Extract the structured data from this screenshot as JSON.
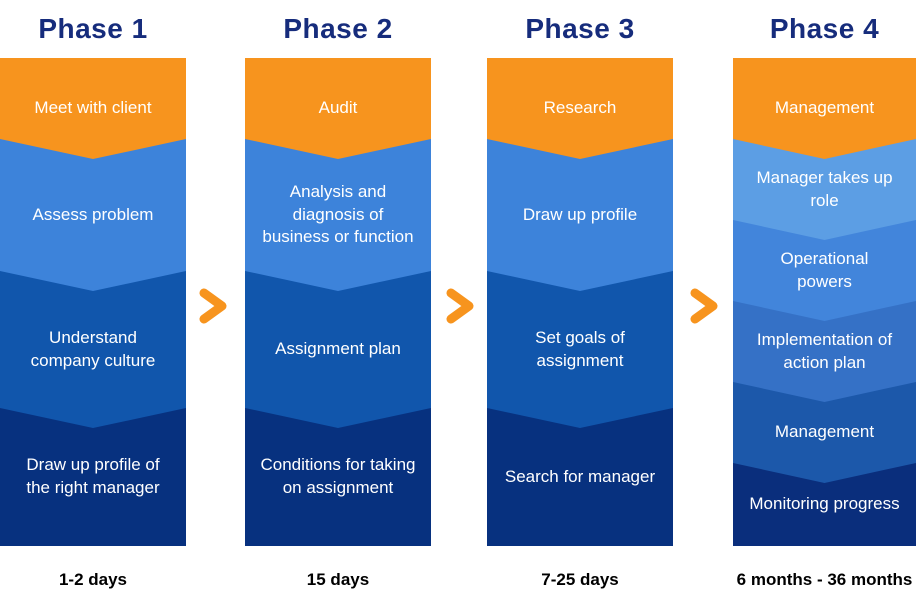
{
  "colors": {
    "background": "#FFFFFF",
    "phase_title": "#162C7C",
    "duration_text": "#000000",
    "arrow": "#F7941E"
  },
  "arrow": {
    "color": "#F7941E"
  },
  "phases": [
    {
      "title": "Phase 1",
      "duration": "1-2 days",
      "steps": [
        {
          "label": "Meet with client",
          "color": "#F7941E"
        },
        {
          "label": "Assess problem",
          "color": "#3D83DA"
        },
        {
          "label": "Understand\ncompany culture",
          "color": "#1156AC"
        },
        {
          "label": "Draw up profile of\nthe right manager",
          "color": "#07317F"
        }
      ]
    },
    {
      "title": "Phase 2",
      "duration": "15 days",
      "steps": [
        {
          "label": "Audit",
          "color": "#F7941E"
        },
        {
          "label": "Analysis and\ndiagnosis of\nbusiness or function",
          "color": "#3D83DA"
        },
        {
          "label": "Assignment plan",
          "color": "#1156AC"
        },
        {
          "label": "Conditions for taking\non assignment",
          "color": "#07317F"
        }
      ]
    },
    {
      "title": "Phase 3",
      "duration": "7-25 days",
      "steps": [
        {
          "label": "Research",
          "color": "#F7941E"
        },
        {
          "label": "Draw up profile",
          "color": "#3D83DA"
        },
        {
          "label": "Set goals of\nassignment",
          "color": "#1156AC"
        },
        {
          "label": "Search for manager",
          "color": "#07317F"
        }
      ]
    },
    {
      "title": "Phase 4",
      "duration": "6 months - 36 months",
      "steps": [
        {
          "label": "Management",
          "color": "#F7941E"
        },
        {
          "label": "Manager takes up\nrole",
          "color": "#5C9EE4"
        },
        {
          "label": "Operational\npowers",
          "color": "#4285DB"
        },
        {
          "label": "Implementation of\naction plan",
          "color": "#3571C6"
        },
        {
          "label": "Management",
          "color": "#1C58AA"
        },
        {
          "label": "Monitoring progress",
          "color": "#0A2E7C"
        }
      ]
    }
  ]
}
